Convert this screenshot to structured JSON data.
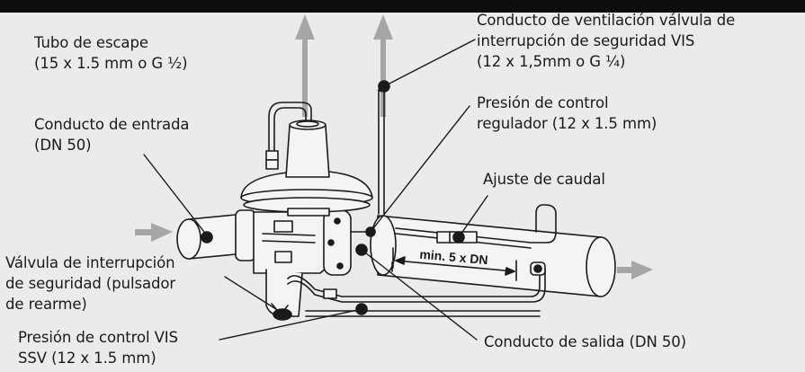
{
  "labels": {
    "exhaust": {
      "line1": "Tubo de escape",
      "line2": "(15 x 1.5 mm o G ½)"
    },
    "vent": {
      "line1": "Conducto de ventilación válvula de",
      "line2": "interrupción de seguridad VIS",
      "line3": "(12 x 1,5mm o G ¼)"
    },
    "inlet": {
      "line1": "Conducto de entrada",
      "line2": "(DN 50)"
    },
    "control_regulator": {
      "line1": "Presión de control",
      "line2": "regulador (12 x 1.5 mm)"
    },
    "flow_adjust": {
      "line1": "Ajuste de caudal"
    },
    "ssv": {
      "line1": "Válvula de interrupción",
      "line2": "de seguridad (pulsador",
      "line3": "de rearme)"
    },
    "control_vis": {
      "line1": "Presión de control VIS",
      "line2": "SSV (12 x 1.5 mm)"
    },
    "outlet": {
      "line1": "Conducto de salida (DN 50)"
    }
  },
  "dimension": {
    "text": "min. 5 x DN"
  },
  "colors": {
    "background": "#ebebeb",
    "top_bar": "#0d0d0d",
    "line": "#1a1a1a",
    "arrow": "#a6a6a6",
    "pipe_fill": "#f4f4f4"
  }
}
